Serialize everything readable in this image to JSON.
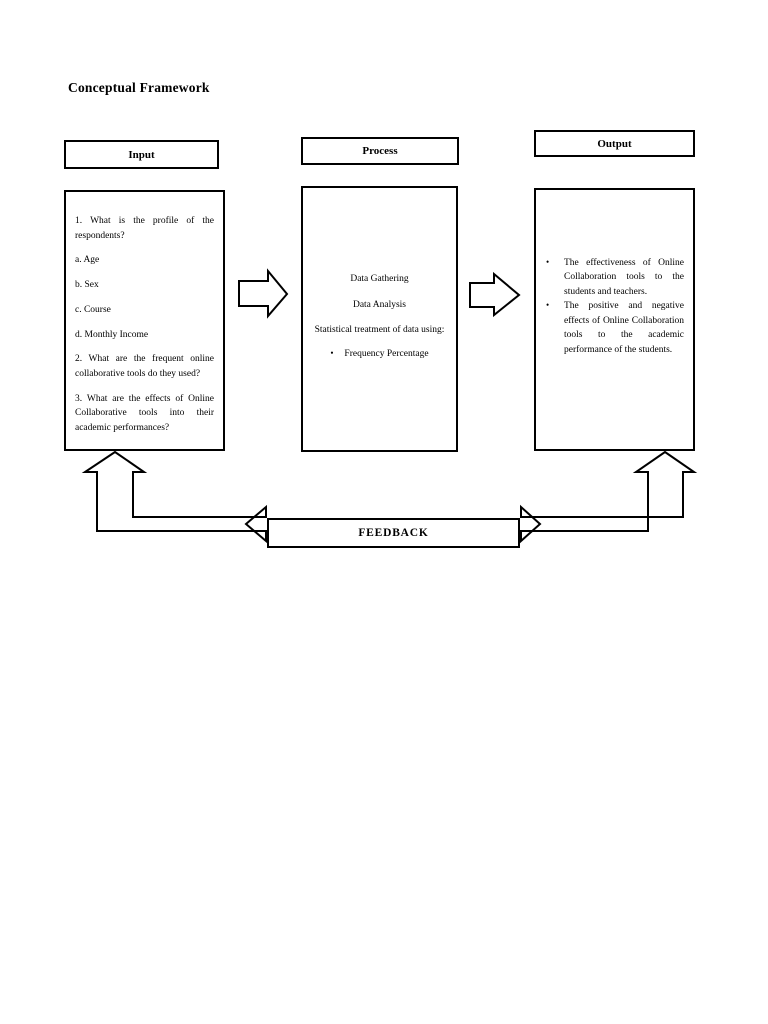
{
  "document": {
    "title": "Conceptual Framework"
  },
  "columns": {
    "input": {
      "header": "Input",
      "items": [
        "1. What is the profile of the respondents?",
        "a. Age",
        "b. Sex",
        "c. Course",
        "d. Monthly Income",
        "2. What are the frequent online collaborative tools do they used?",
        "3. What are the effects of Online Collaborative tools into their academic performances?"
      ]
    },
    "process": {
      "header": "Process",
      "lines": [
        "Data Gathering",
        "Data Analysis",
        "Statistical treatment of data using:"
      ],
      "bullets": [
        "Frequency Percentage"
      ]
    },
    "output": {
      "header": "Output",
      "bullets": [
        "The effectiveness of Online Collaboration tools to the students and teachers.",
        "The positive and negative effects of Online Collaboration tools to the academic performance of the students."
      ]
    }
  },
  "feedback": {
    "label": "FEEDBACK"
  },
  "icons": {
    "bullet": "•",
    "arrow_input_to_process": "right-block-arrow-icon",
    "arrow_process_to_output": "right-block-arrow-icon",
    "arrow_feedback_left": "elbow-block-arrow-icon",
    "arrow_feedback_right": "elbow-block-arrow-icon"
  },
  "colors": {
    "stroke": "#000000",
    "fill": "#ffffff",
    "text": "#000000"
  }
}
